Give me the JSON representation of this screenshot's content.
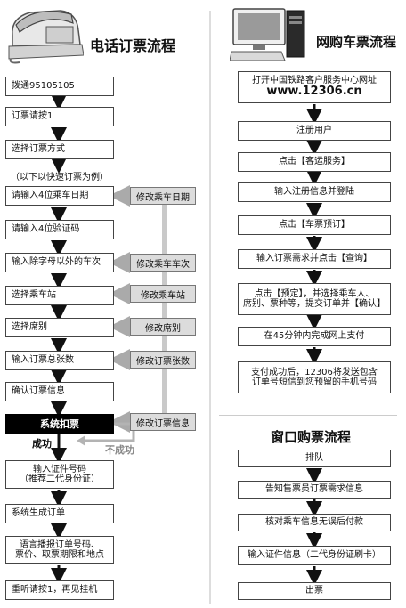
{
  "left": {
    "title": "电话订票流程",
    "steps": [
      "拨通95105105",
      "订票请按1",
      "选择订票方式",
      "（以下以快速订票为例）",
      "请输入4位乘车日期",
      "请输入4位验证码",
      "输入除字母以外的车次",
      "选择乘车站",
      "选择席别",
      "输入订票总张数",
      "确认订票信息",
      "系统扣票",
      "输入证件号码\n（推荐二代身份证）",
      "系统生成订单",
      "语言播报订单号码、\n票价、取票期限和地点",
      "重听请按1，再见挂机"
    ],
    "modify": [
      "修改乘车日期",
      "修改乘车车次",
      "修改乘车站",
      "修改席别",
      "修改订票张数",
      "修改订票信息"
    ],
    "success_label": "成功",
    "fail_label": "不成功"
  },
  "right": {
    "title": "网购车票流程",
    "steps": [
      "打开中国铁路客户服务中心网址",
      "注册用户",
      "点击【客运服务】",
      "输入注册信息并登陆",
      "点击【车票预订】",
      "输入订票需求并点击【查询】",
      "点击【预定】，并选择乘车人、\n席别、票种等，提交订单并【确认】",
      "在45分钟内完成网上支付",
      "支付成功后，12306将发送包含\n订单号短信到您预留的手机号码"
    ],
    "url": "www.12306.cn"
  },
  "window": {
    "title": "窗口购票流程",
    "steps": [
      "排队",
      "告知售票员订票需求信息",
      "核对乘车信息无误后付款",
      "输入证件信息（二代身份证刷卡）",
      "出票"
    ]
  }
}
